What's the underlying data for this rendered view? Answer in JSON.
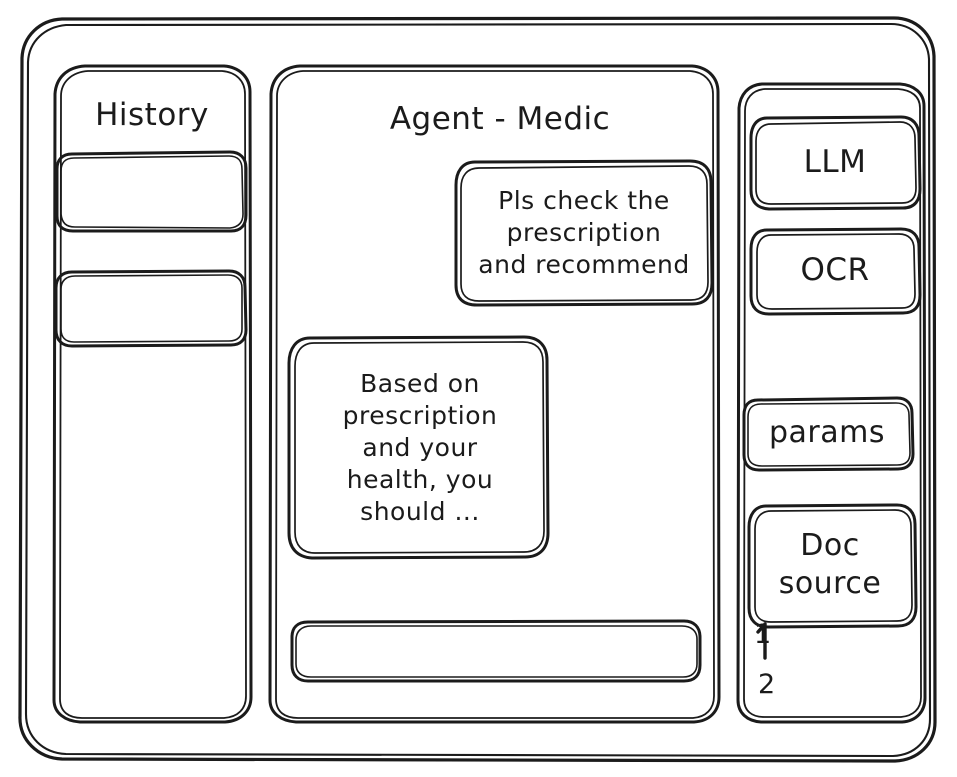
{
  "window": {
    "name": "wireframe-window"
  },
  "sidebar_left": {
    "title": "History",
    "items": [
      {
        "label": ""
      },
      {
        "label": ""
      }
    ]
  },
  "main": {
    "title": "Agent - Medic",
    "messages": [
      {
        "role": "user",
        "text": "Pls check the\nprescription\nand recommend"
      },
      {
        "role": "assistant",
        "text": "Based on\nprescription\nand your\nhealth, you\nshould ..."
      }
    ],
    "composer": {
      "value": "",
      "placeholder": ""
    }
  },
  "sidebar_right": {
    "buttons": [
      {
        "label": "LLM",
        "name": "llm"
      },
      {
        "label": "OCR",
        "name": "ocr"
      },
      {
        "label": "params",
        "name": "params"
      }
    ],
    "doc_source": {
      "label": "Doc\nsource",
      "items": [
        {
          "label": "1"
        },
        {
          "label": "2"
        }
      ]
    }
  },
  "colors": {
    "ink": "#1b1b1b",
    "paper": "#ffffff"
  }
}
